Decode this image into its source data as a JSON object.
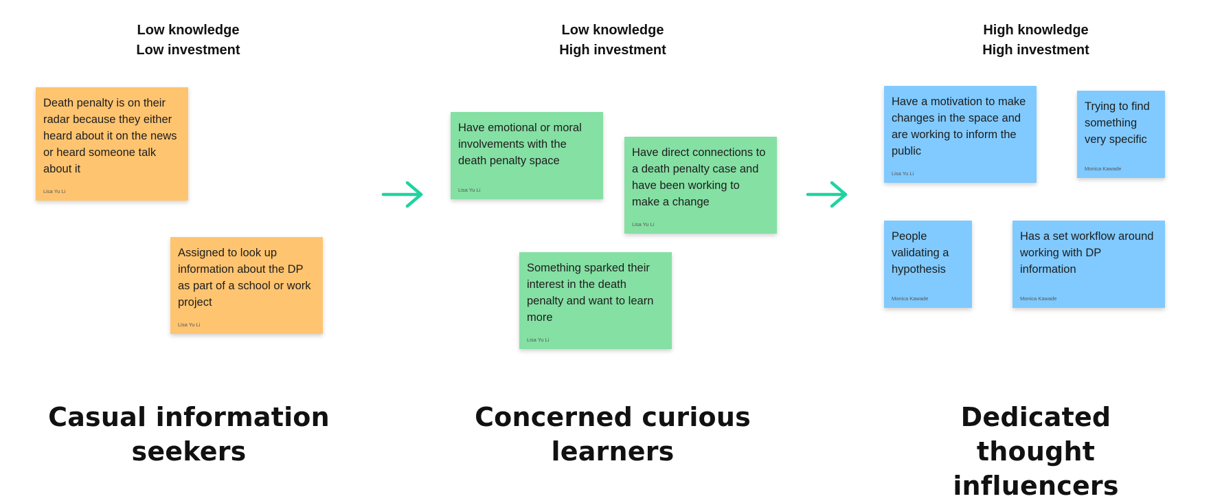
{
  "columns": [
    {
      "header_line1": "Low knowledge",
      "header_line2": "Low investment",
      "title": "Casual information seekers"
    },
    {
      "header_line1": "Low knowledge",
      "header_line2": "High investment",
      "title": "Concerned curious learners"
    },
    {
      "header_line1": "High knowledge",
      "header_line2": "High investment",
      "title": "Dedicated thought influencers"
    }
  ],
  "notes": [
    {
      "text": "Death penalty is on their radar because they either heard about it on the news or heard someone talk about it",
      "author": "Lisa Yu Li",
      "color": "#ffc470"
    },
    {
      "text": "Assigned to look up information about the DP as part of a school or work project",
      "author": "Lisa Yu Li",
      "color": "#ffc470"
    },
    {
      "text": "Have emotional or moral involvements with the death penalty space",
      "author": "Lisa Yu Li",
      "color": "#85e0a3"
    },
    {
      "text": "Have direct connections to a death penalty case and have been working to make a change",
      "author": "Lisa Yu Li",
      "color": "#85e0a3"
    },
    {
      "text": "Something sparked their interest in the death penalty and want to learn more",
      "author": "Lisa Yu Li",
      "color": "#85e0a3"
    },
    {
      "text": "Have a motivation to make changes in the space and are working to inform the public",
      "author": "Lisa Yu Li",
      "color": "#80caff"
    },
    {
      "text": "Trying to find something very specific",
      "author": "Monica Kawade",
      "color": "#80caff"
    },
    {
      "text": "People validating a hypothesis",
      "author": "Monica Kawade",
      "color": "#80caff"
    },
    {
      "text": "Has a set workflow around working with DP information",
      "author": "Monica Kawade",
      "color": "#80caff"
    }
  ],
  "arrow_color": "#1fd3a0"
}
